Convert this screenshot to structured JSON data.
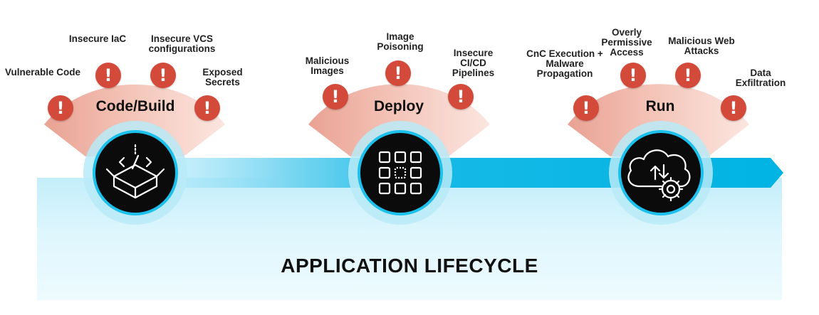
{
  "lifecycle": {
    "title": "APPLICATION LIFECYCLE"
  },
  "stages": [
    {
      "label": "Code/Build",
      "icon": "code-box-icon",
      "risks": [
        "Vulnerable Code",
        "Insecure IaC",
        "Insecure VCS configurations",
        "Exposed Secrets"
      ]
    },
    {
      "label": "Deploy",
      "icon": "image-grid-icon",
      "risks": [
        "Malicious Images",
        "Image Poisoning",
        "Insecure CI/CD Pipelines"
      ]
    },
    {
      "label": "Run",
      "icon": "cloud-gear-icon",
      "risks": [
        "CnC Execution + Malware Propagation",
        "Overly Permissive Access",
        "Malicious Web Attacks",
        "Data Exfiltration"
      ]
    }
  ],
  "colors": {
    "arrow": "#11b8e6",
    "warning": "#d3493a",
    "fan": "#f2c2b6",
    "circle": "#0b0b0b",
    "ring": "#aee7f6"
  },
  "warning_glyph": "!"
}
